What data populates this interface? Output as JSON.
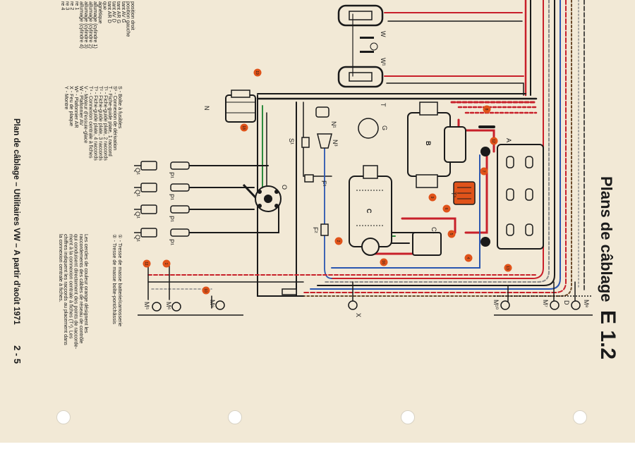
{
  "header": {
    "title": "Plans de câblage",
    "badge": "E 1.2"
  },
  "footer": {
    "caption": "Plan de câblage – Utilitaires VW – A partir d'août 1971",
    "page": "2 - 5"
  },
  "legend_left": [
    "position droit",
    "position gauche",
    "tant AV G",
    "tant AR G",
    "tant AV D",
    "tant AR D",
    "que",
    "agnétique",
    "allumage (cylindre 1)",
    "allumage (cylindre 2)",
    "allumage (cylindre 3)",
    "allumage (cylindre 4)",
    "re 1",
    "re 2",
    "re 3",
    "re 4"
  ],
  "legend_right": [
    "S  - Boîte à fusibles",
    "S¹ - Connexion de dérivation",
    "T  - Fiche-guide plate, 1 raccord",
    "T¹ - Fiche-guide plate, 2 raccords",
    "T² - Fiche-guide plate, 3 raccords",
    "T³ - Fiche-guide plate, 4 raccords",
    "T⁴ - Connexion centrale à fiches",
    "V  - Moteur d'essuie-glace",
    "W  - Plafonnier AV",
    "W¹ - Plafonnier AR",
    "X  - Feu de plaque",
    "Y  - Montre"
  ],
  "earth_notes": [
    "① - Tresse de masse batterie/carrosserie",
    "② - Tresse de masse boîte-pont/châssis"
  ],
  "orange_note": [
    "Les cercles de couleur orange désignent les",
    "raccordements des câbles de réseau de contrôle",
    "qui conduisent directement des points de raccorde-",
    "ment à la connexion centrale à fiches (T⁴). Les",
    "chiffres indiquent les raccords au placement dans",
    "la connexion centrale à fiches."
  ],
  "component_labels": {
    "A": "A",
    "B": "B",
    "C": "C",
    "C1": "C¹",
    "G": "G",
    "N": "N",
    "N1": "N¹",
    "N3": "N³",
    "O": "O",
    "P1": "P¹",
    "Q1": "Q¹",
    "S1": "S¹",
    "F1": "F¹",
    "F2": "F²",
    "T": "T",
    "T1": "T¹",
    "W": "W",
    "W1": "W¹",
    "X": "X",
    "M5": "M⁵",
    "M6": "M⁶",
    "M9": "M⁹",
    "M10": "M¹⁰",
    "M7": "M⁷",
    "M8": "M⁸",
    "D": "D"
  },
  "connector_numbers": [
    "19",
    "18",
    "8",
    "7",
    "6",
    "5",
    "4",
    "16",
    "2",
    "1",
    "11",
    "10",
    "9",
    "12",
    "13"
  ],
  "colors": {
    "paper": "#f2e9d6",
    "black": "#1a1a1a",
    "red": "#c8202a",
    "blue": "#2a56b0",
    "green": "#2e8b3e",
    "orange": "#e0531a",
    "brown": "#6b4a2a",
    "grey": "#8a8a8a"
  }
}
